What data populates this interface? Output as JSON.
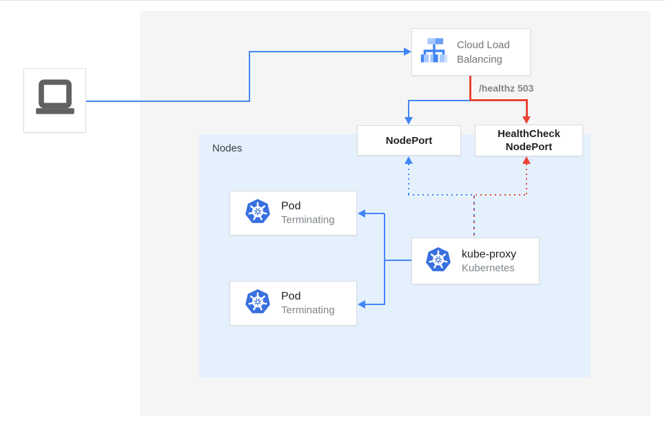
{
  "diagram": {
    "nodes_group_label": "Nodes",
    "client": {
      "icon": "laptop"
    },
    "cloud_load_balancing": {
      "title": "Cloud Load Balancing"
    },
    "nodeport": {
      "label": "NodePort"
    },
    "healthcheck_nodeport": {
      "line1": "HealthCheck",
      "line2": "NodePort"
    },
    "pods": [
      {
        "title": "Pod",
        "status": "Terminating"
      },
      {
        "title": "Pod",
        "status": "Terminating"
      }
    ],
    "kube_proxy": {
      "title": "kube-proxy",
      "subtitle": "Kubernetes"
    },
    "edge_label_healthz": "/healthz 503",
    "colors": {
      "blue": "#4285F4",
      "red": "#EA4335",
      "k8s_blue": "#3870E0",
      "nodes_bg": "#E4F0FC",
      "panel_bg": "#F5F5F6",
      "text_primary": "#202124",
      "text_secondary": "#80868B"
    }
  }
}
